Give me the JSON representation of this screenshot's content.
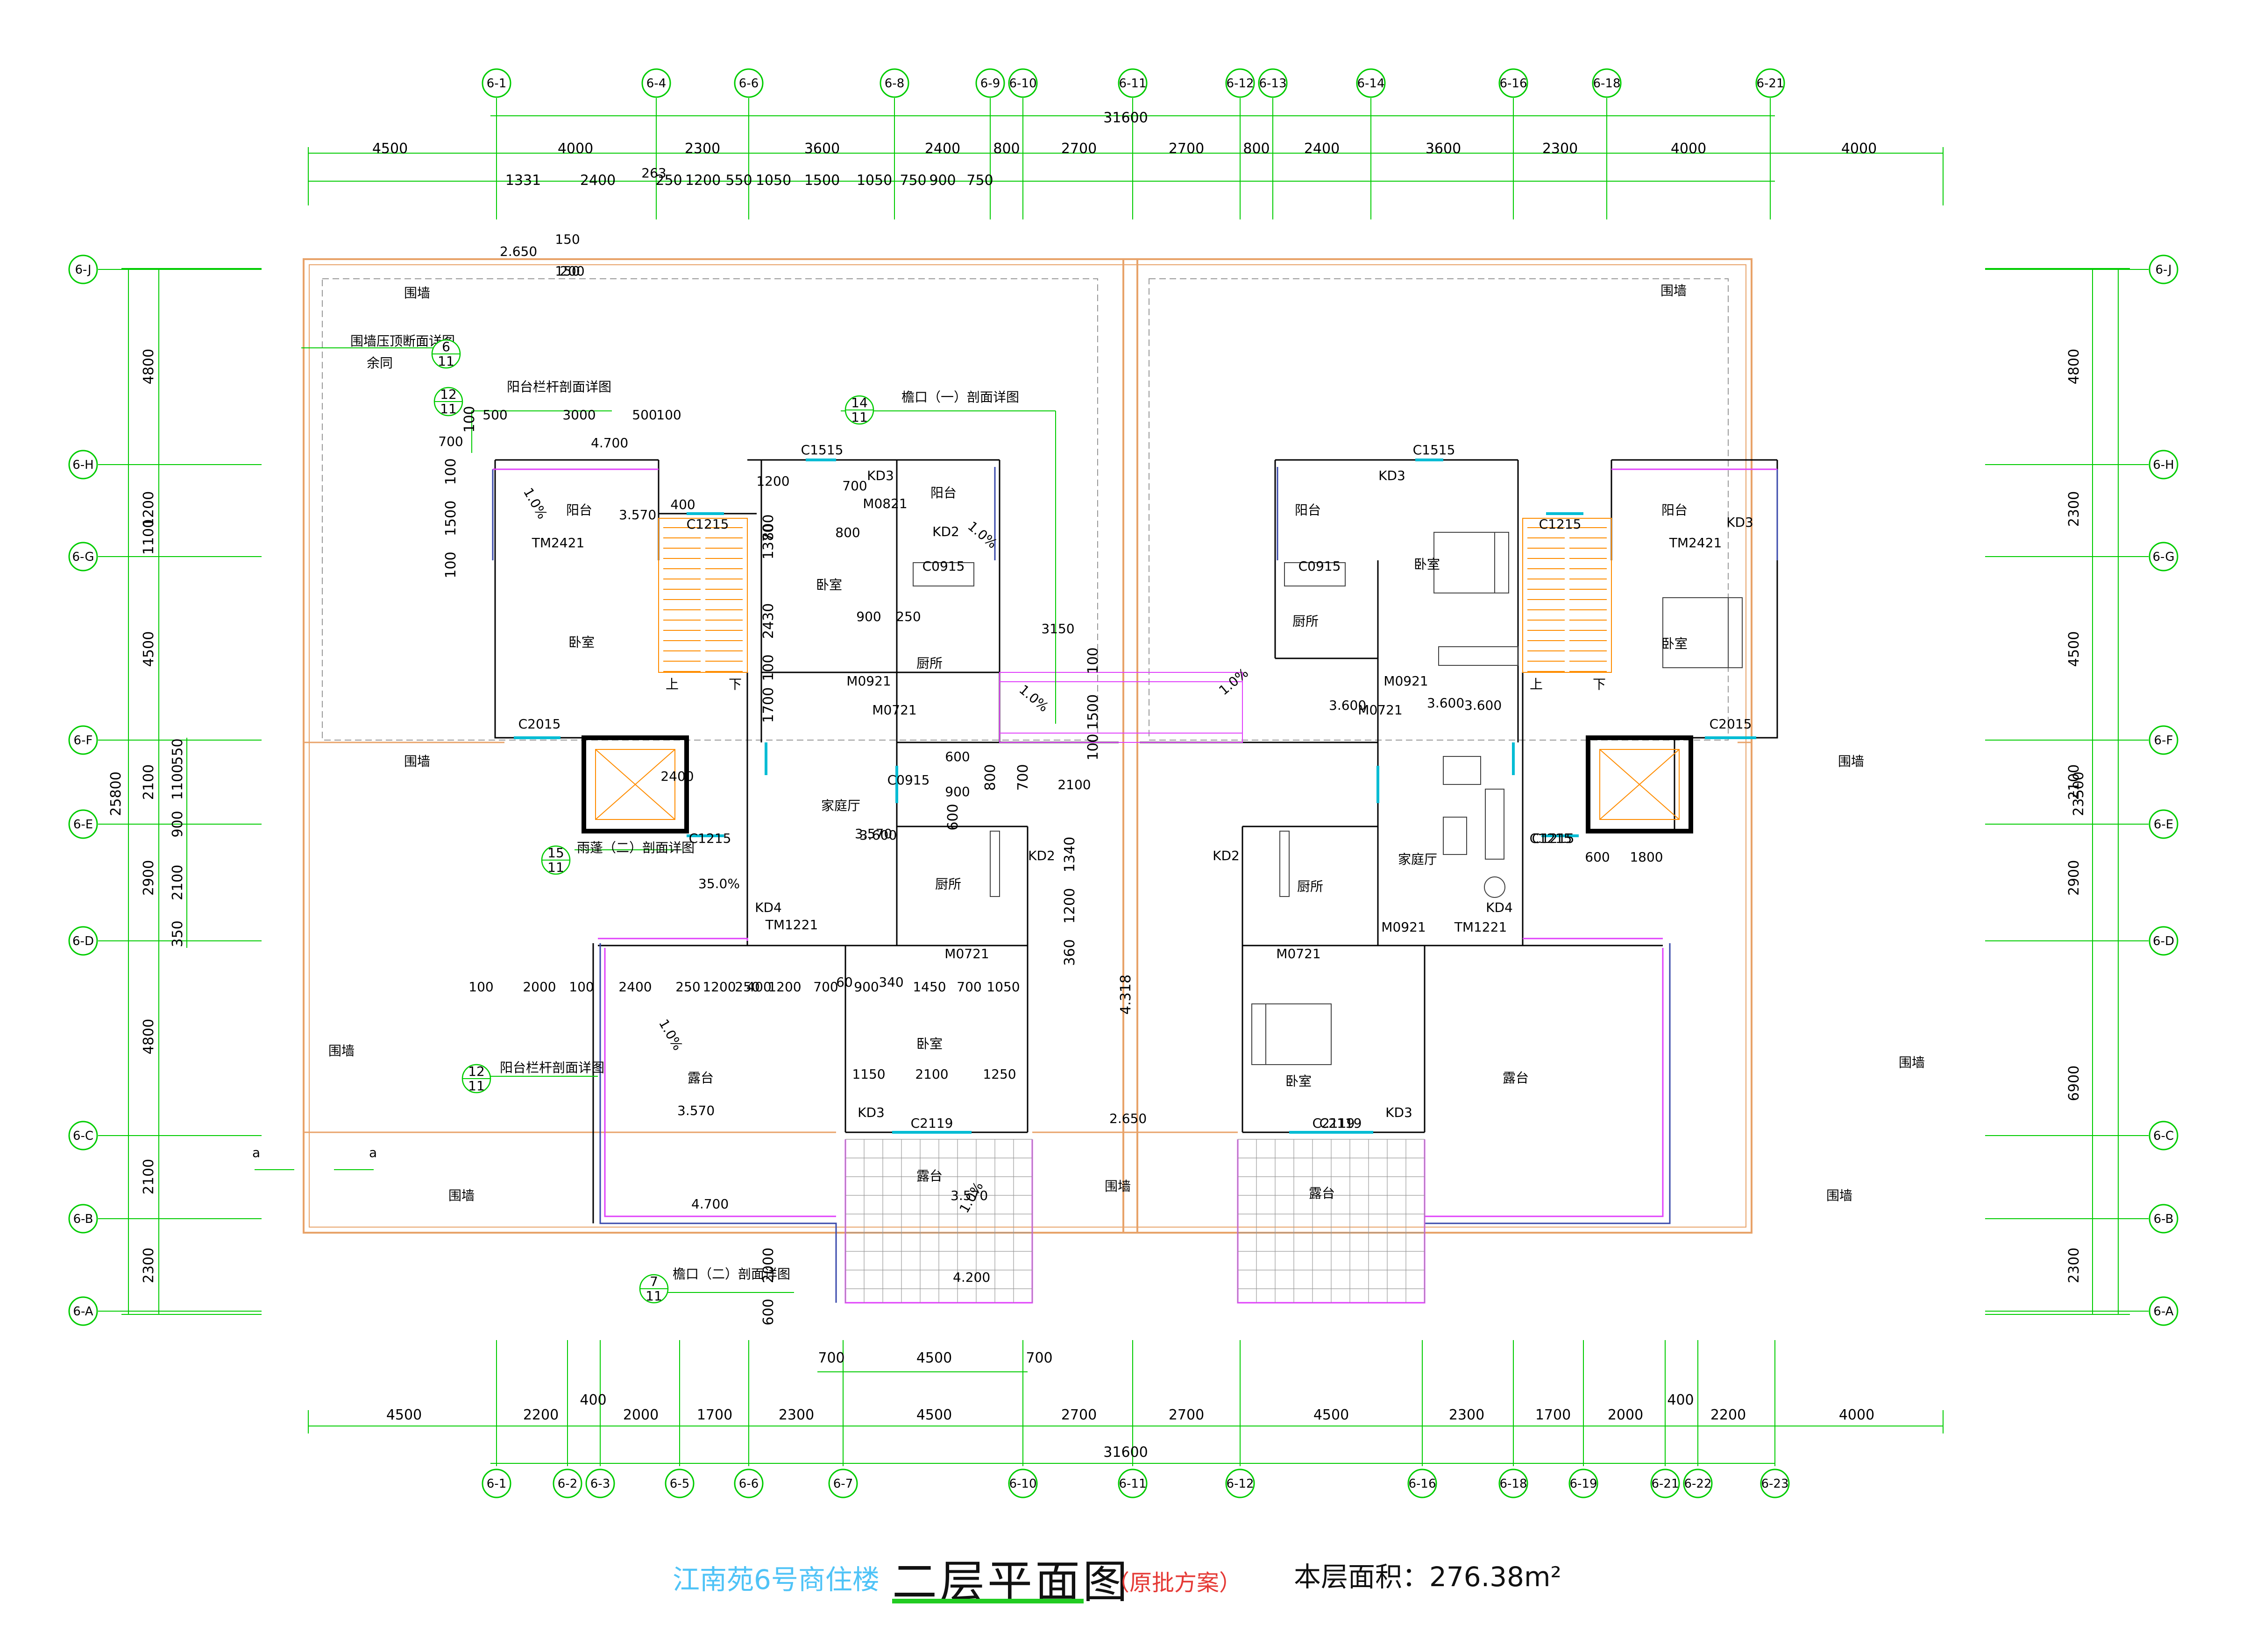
{
  "title": {
    "project": "江南苑6号商住楼",
    "drawing": "二层平面图",
    "note": "（原批方案）",
    "area": "本层面积：276.38m²"
  },
  "axes": {
    "top": [
      "6-1",
      "6-4",
      "6-6",
      "6-8",
      "6-9",
      "6-10",
      "6-11",
      "6-12",
      "6-13",
      "6-14",
      "6-16",
      "6-18",
      "6-21"
    ],
    "bottom": [
      "6-1",
      "6-2",
      "6-3",
      "6-5",
      "6-6",
      "6-7",
      "6-10",
      "6-11",
      "6-12",
      "6-16",
      "6-18",
      "6-19",
      "6-21",
      "6-22",
      "6-23"
    ],
    "left": [
      "6-J",
      "6-H",
      "6-G",
      "6-F",
      "6-E",
      "6-D",
      "6-C",
      "6-B",
      "6-A"
    ],
    "right": [
      "6-J",
      "6-H",
      "6-G",
      "6-F",
      "6-E",
      "6-D",
      "6-C",
      "6-B",
      "6-A"
    ]
  },
  "dimensions": {
    "top_total": "31600",
    "top_row1": [
      "4500",
      "4000",
      "2300",
      "3600",
      "2400",
      "800",
      "2700",
      "2700",
      "800",
      "2400",
      "3600",
      "2300",
      "4000",
      "4000"
    ],
    "top_row2": [
      "1331",
      "2400",
      "250",
      "1200",
      "550",
      "1050",
      "1500",
      "1050",
      "750",
      "900",
      "750"
    ],
    "top_row2_extra": "263",
    "bottom_row1": [
      "700",
      "4500",
      "700"
    ],
    "bottom_row2": [
      "4500",
      "2200",
      "2000",
      "1700",
      "2300",
      "4500",
      "2700",
      "2700",
      "4500",
      "2300",
      "1700",
      "2000",
      "2200",
      "4000"
    ],
    "bottom_row2_small": [
      "400",
      "400"
    ],
    "bottom_total": "31600",
    "left_total": "25800",
    "left_row": [
      "4800",
      "1200",
      "1100",
      "4500",
      "2100",
      "2900",
      "4800",
      "2100",
      "2300"
    ],
    "left_inner": [
      "550",
      "1100",
      "900",
      "2100",
      "350"
    ],
    "right_total": "23500",
    "right_row": [
      "4800",
      "2300",
      "4500",
      "2100",
      "2900",
      "6900",
      "2300"
    ],
    "misc": [
      "150",
      "150",
      "200",
      "100",
      "500",
      "3000",
      "500",
      "100",
      "700",
      "100",
      "1500",
      "100",
      "400",
      "1200",
      "1370",
      "800",
      "800",
      "700",
      "2430",
      "100",
      "1700",
      "900",
      "250",
      "3150",
      "100",
      "1500",
      "100",
      "600",
      "900",
      "600",
      "800",
      "700",
      "2100",
      "1340",
      "1200",
      "360",
      "4.318",
      "100",
      "2000",
      "100",
      "2400",
      "250",
      "1200",
      "250",
      "400",
      "1200",
      "700",
      "900",
      "340",
      "1450",
      "700",
      "1050",
      "60",
      "1150",
      "2100",
      "1250",
      "600",
      "1800",
      "2000",
      "600"
    ]
  },
  "elevations": [
    "2.650",
    "4.700",
    "3.570",
    "3.570",
    "3.600",
    "3.600",
    "3.600",
    "3.570",
    "4.700",
    "4.200",
    "2.650",
    "3.570",
    "3.600"
  ],
  "rooms_left": [
    "卧室",
    "阳台",
    "卧室",
    "阳台",
    "厨所",
    "家庭厅",
    "厨所",
    "卧室",
    "露台",
    "露台"
  ],
  "rooms_right": [
    "阳台",
    "卧室",
    "厨所",
    "阳台",
    "卧室",
    "家庭厅",
    "厨所",
    "卧室",
    "露台",
    "露台"
  ],
  "codes": [
    "C1515",
    "KD3",
    "M0821",
    "KD2",
    "C0915",
    "C1215",
    "TM2421",
    "C2015",
    "M0921",
    "M0721",
    "C0915",
    "C1215",
    "KD2",
    "M0721",
    "C2119",
    "KD3",
    "TM1221",
    "KD4",
    "C1215",
    "C2119",
    "2400"
  ],
  "labels": {
    "wall": "围墙",
    "wall_detail": "围墙压顶断面详图",
    "balcony_detail": "阳台栏杆剖面详图",
    "eave1_detail": "檐口（一）剖面详图",
    "eave2_detail": "檐口（二）剖面详图",
    "canopy_detail": "雨蓬（二）剖面详图",
    "same": "余同",
    "slope1": "1.0%",
    "slope2": "35.0%",
    "up": "上",
    "down": "下",
    "section": "a"
  },
  "detail_refs": [
    {
      "num": "6",
      "sheet": "11"
    },
    {
      "num": "12",
      "sheet": "11"
    },
    {
      "num": "14",
      "sheet": "11"
    },
    {
      "num": "15",
      "sheet": "11"
    },
    {
      "num": "12",
      "sheet": "11"
    },
    {
      "num": "7",
      "sheet": "11"
    }
  ],
  "colors": {
    "axis_line": "#00cc00",
    "wall_outline": "#e8a36a",
    "dim_line": "#00cc00",
    "inner_wall": "#000000",
    "window": "#00bcd4",
    "blue_line": "#3949ab",
    "magenta_line": "#e040fb",
    "stair": "#ff8c00",
    "title_blue": "#4fc3f7",
    "note_red": "#e53935"
  }
}
